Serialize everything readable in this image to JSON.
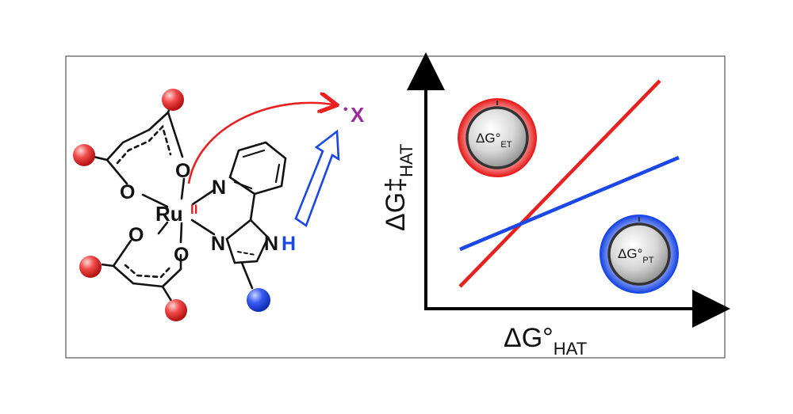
{
  "molecule": {
    "metal": "Ru",
    "oxidation_state": "II",
    "nitrogen_label": "N",
    "nh_n": "N",
    "nh_h": "H",
    "oxygen_label": "O",
    "radical_dot": "•",
    "radical_x": "X",
    "colors": {
      "red": "#e8201f",
      "blue": "#1a47e6",
      "purple": "#9b2b9b",
      "black": "#111111"
    }
  },
  "plot": {
    "xlabel_main": "ΔG°",
    "xlabel_sub": "HAT",
    "ylabel_main": "ΔG‡",
    "ylabel_sub": "HAT",
    "dial_et_main": "ΔG°",
    "dial_et_sub": "ET",
    "dial_pt_main": "ΔG°",
    "dial_pt_sub": "PT",
    "colors": {
      "red_line": "#e8201f",
      "blue_line": "#1a47e6",
      "axis": "#000000"
    }
  }
}
